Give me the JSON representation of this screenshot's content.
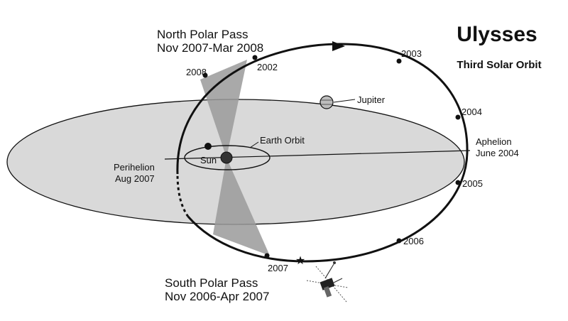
{
  "title": "Ulysses",
  "subtitle": "Third Solar Orbit",
  "labels": {
    "north_pass_line1": "North Polar Pass",
    "north_pass_line2": "Nov 2007-Mar 2008",
    "south_pass_line1": "South Polar Pass",
    "south_pass_line2": "Nov 2006-Apr 2007",
    "perihelion_line1": "Perihelion",
    "perihelion_line2": "Aug 2007",
    "aphelion_line1": "Aphelion",
    "aphelion_line2": "June 2004",
    "jupiter": "Jupiter",
    "earth_orbit": "Earth Orbit",
    "sun": "Sun"
  },
  "years": {
    "y2002": "2002",
    "y2003": "2003",
    "y2004": "2004",
    "y2005": "2005",
    "y2006": "2006",
    "y2007": "2007",
    "y2008": "2008"
  },
  "colors": {
    "ecliptic_fill": "#d9d9d9",
    "cone_fill": "#9a9a9a",
    "line": "#111111"
  }
}
